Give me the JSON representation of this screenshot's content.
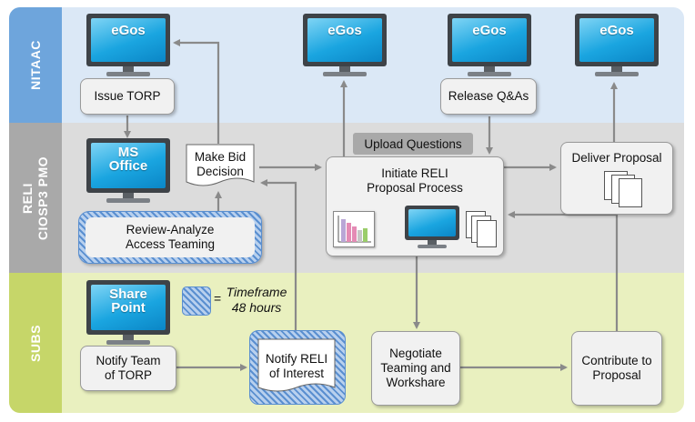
{
  "lanes": {
    "nitaac": "NITAAC",
    "reli_line1": "RELI",
    "reli_line2": "CIOSP3 PMO",
    "subs": "SUBS"
  },
  "monitors": {
    "egos": "eGos",
    "ms_office_line1": "MS",
    "ms_office_line2": "Office",
    "share_point_line1": "Share",
    "share_point_line2": "Point"
  },
  "steps": {
    "issue_torp": "Issue TORP",
    "make_bid_line1": "Make Bid",
    "make_bid_line2": "Decision",
    "release_qa": "Release Q&As",
    "upload_questions": "Upload Questions",
    "initiate_line1": "Initiate RELI",
    "initiate_line2": "Proposal Process",
    "deliver_proposal": "Deliver Proposal",
    "review_line1": "Review-Analyze",
    "review_line2": "Access Teaming",
    "notify_team_line1": "Notify Team",
    "notify_team_line2": "of TORP",
    "notify_reli_line1": "Notify RELI",
    "notify_reli_line2": "of Interest",
    "negotiate_line1": "Negotiate",
    "negotiate_line2": "Teaming and",
    "negotiate_line3": "Workshare",
    "contribute_line1": "Contribute to",
    "contribute_line2": "Proposal"
  },
  "legend": {
    "equals": "=",
    "timeframe_line1": "Timeframe",
    "timeframe_line2": "48 hours"
  },
  "colors": {
    "nitaac_lane": "#dbe8f6",
    "nitaac_label": "#6ea5dc",
    "reli_lane": "#dcdcdc",
    "reli_label": "#a9a9a9",
    "subs_lane": "#e9f0bf",
    "subs_label": "#c6d669",
    "arrow": "#8a8a8a",
    "double_arrow": "#7cb342"
  }
}
